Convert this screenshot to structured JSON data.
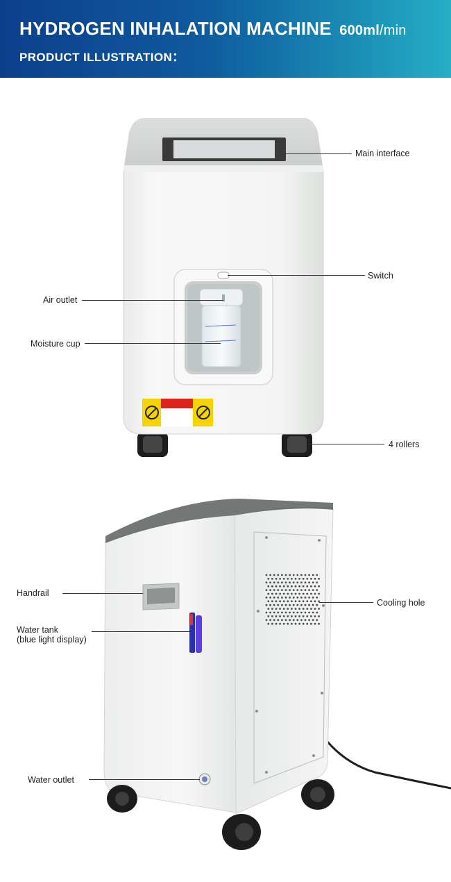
{
  "header": {
    "title": "HYDROGEN INHALATION MACHINE",
    "capacity_value": "600ml",
    "capacity_unit": "/min",
    "subtitle": "PRODUCT ILLUSTRATION："
  },
  "front_view": {
    "labels": {
      "main_interface": "Main interface",
      "switch": "Switch",
      "air_outlet": "Air outlet",
      "moisture_cup": "Moisture cup",
      "rollers": "4 rollers"
    }
  },
  "back_view": {
    "labels": {
      "handrail": "Handrail",
      "water_tank_line1": "Water tank",
      "water_tank_line2": "(blue light display)",
      "cooling_hole": "Cooling hole",
      "water_outlet": "Water outlet"
    }
  },
  "colors": {
    "header_gradient_start": "#0d3f8c",
    "header_gradient_end": "#26aec4",
    "body_white": "#f4f5f4",
    "screen": "#3a3a3a",
    "warning_yellow": "#f5d400",
    "warning_red": "#e0201a",
    "tank_blue": "#2d3fd8"
  }
}
